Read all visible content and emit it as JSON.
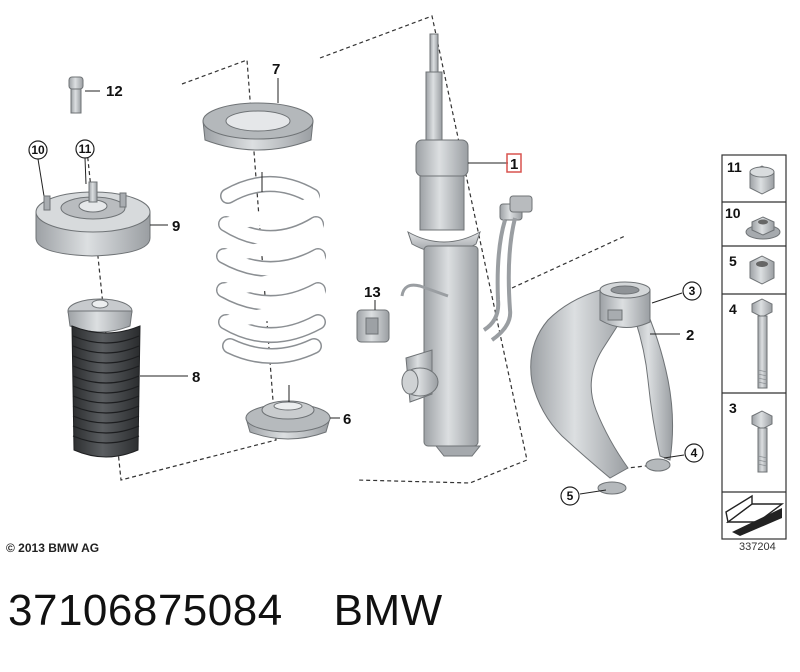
{
  "copyright": "© 2013 BMW AG",
  "diagram_number": "337204",
  "caption": {
    "part_number": "37106875084",
    "brand": "BMW"
  },
  "callouts": {
    "c1": "1",
    "c2": "2",
    "c3": "3",
    "c4": "4",
    "c5": "5",
    "c6": "6",
    "c7": "7",
    "c8": "8",
    "c9": "9",
    "c10": "10",
    "c11": "11",
    "c12": "12",
    "c13": "13"
  },
  "sidebar": [
    {
      "label": "11",
      "icon": "cap-nut-icon"
    },
    {
      "label": "10",
      "icon": "flange-nut-icon"
    },
    {
      "label": "5",
      "icon": "hex-nut-icon"
    },
    {
      "label": "4",
      "icon": "long-bolt-icon"
    },
    {
      "label": "3",
      "icon": "short-bolt-icon"
    },
    {
      "label": "",
      "icon": "arrow-icon"
    }
  ],
  "colors": {
    "metal": "#c2c5c8",
    "metal_dark": "#8f9397",
    "rubber": "#3a3c3e",
    "spring": "#ffffff",
    "highlight_box": "#d9534f"
  }
}
